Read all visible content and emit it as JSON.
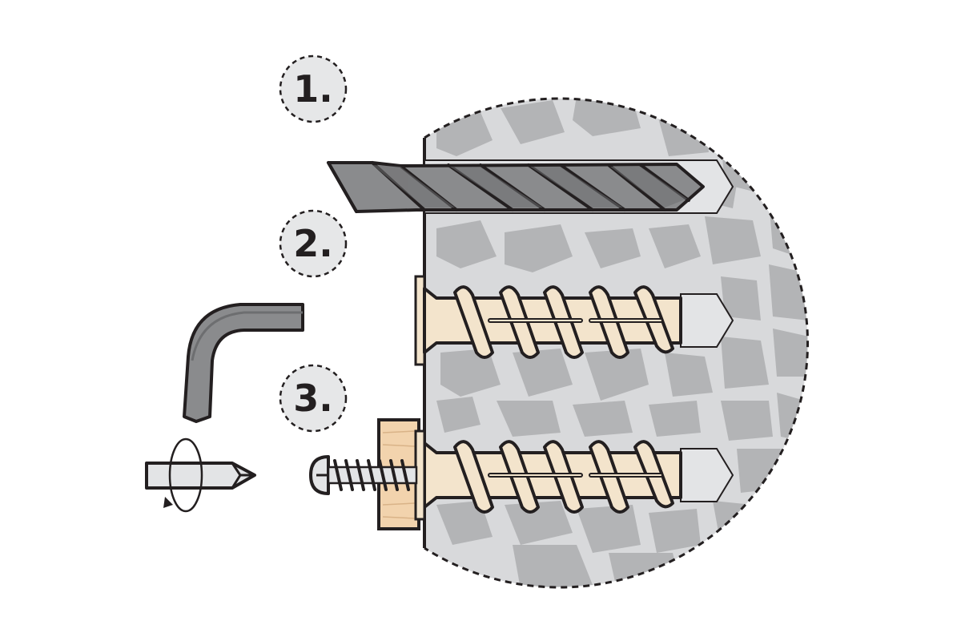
{
  "steps": [
    {
      "label": "1."
    },
    {
      "label": "2."
    },
    {
      "label": "3."
    }
  ],
  "icons": {
    "drill": "drill-bit-icon",
    "anchor": "concrete-screw-anchor-icon",
    "hex_key": "hex-key-icon",
    "screwdriver_bit": "screwdriver-bit-icon",
    "rotation": "rotation-arrow-icon",
    "fixture_screw": "fixture-screw-icon",
    "wall": "masonry-wall-icon"
  },
  "colors": {
    "outline": "#231f20",
    "stone_light": "#d8d9db",
    "stone_dark": "#b3b4b6",
    "steel": "#8a8b8d",
    "steel_dark": "#6d6e70",
    "anchor_body": "#f3e4cc",
    "wood": "#f2d3ad",
    "hole": "#e3e4e6",
    "badge": "#e6e7e8"
  }
}
